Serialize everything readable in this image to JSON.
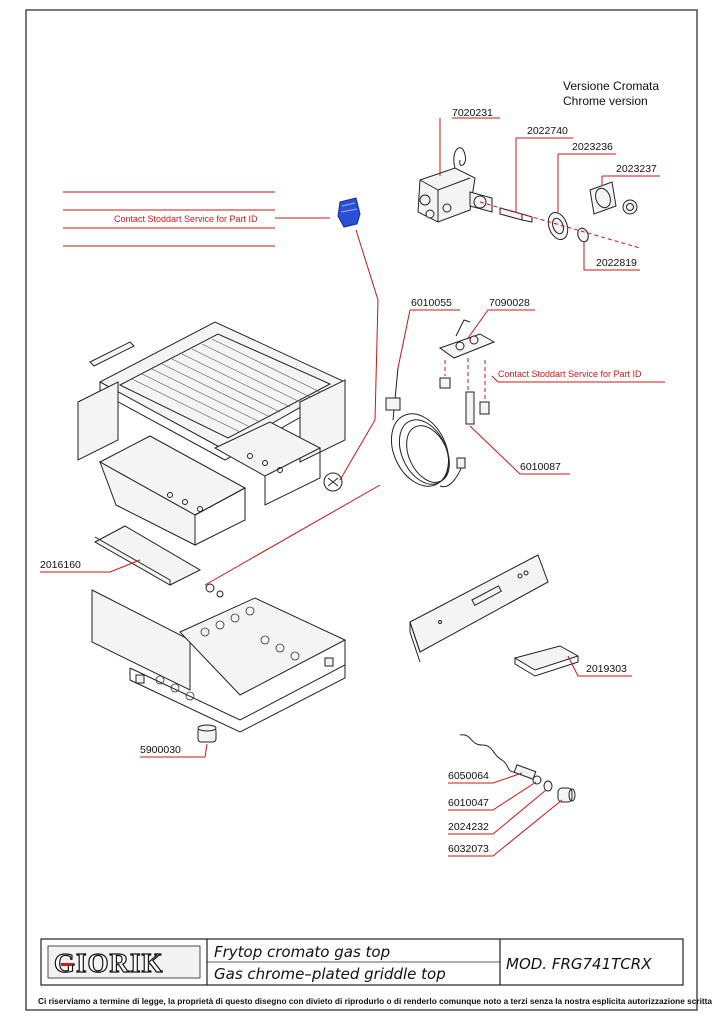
{
  "version_label": {
    "it": "Versione  Cromata",
    "en": "Chrome version"
  },
  "parts": {
    "p7020231": "7020231",
    "p2022740": "2022740",
    "p2023236": "2023236",
    "p2023237": "2023237",
    "p2022819": "2022819",
    "p6010055": "6010055",
    "p7090028": "7090028",
    "p6010087": "6010087",
    "p2016160": "2016160",
    "p2019303": "2019303",
    "p5900030": "5900030",
    "p6050064": "6050064",
    "p6010047": "6010047",
    "p2024232": "2024232",
    "p6032073": "6032073"
  },
  "contact_notes": {
    "left": "Contact Stoddart Service for Part ID",
    "right": "Contact Stoddart Service for Part ID"
  },
  "title_block": {
    "logo": "GIORIK",
    "title_it": "Frytop cromato gas top",
    "title_en": "Gas chrome–plated griddle top",
    "model": "MOD. FRG741TCRX"
  },
  "footer": "Ci riserviamo a termine di legge, la proprietà di questo disegno con divieto di riprodurlo o di renderlo comunque noto a terzi senza la nostra esplicita autorizzazione scritta",
  "colors": {
    "leader": "#c81818",
    "ink": "#222222",
    "nozzle": "#2a4fd6"
  }
}
